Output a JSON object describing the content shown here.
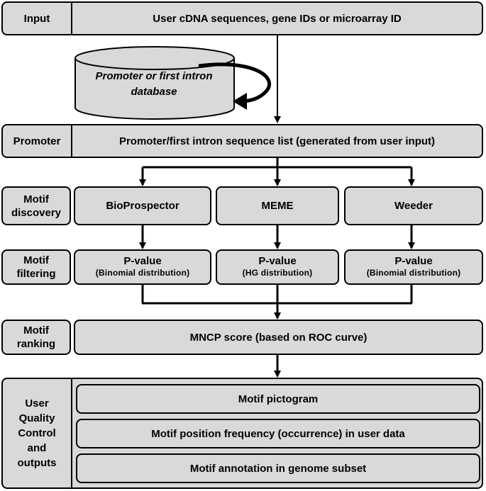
{
  "input": {
    "label": "Input",
    "text": "User cDNA sequences, gene IDs or microarray ID"
  },
  "database": {
    "text": "Promoter or first intron database"
  },
  "promoter": {
    "label": "Promoter",
    "text": "Promoter/first intron sequence list (generated from user input)"
  },
  "motif_discovery": {
    "label": "Motif discovery",
    "tools": [
      "BioProspector",
      "MEME",
      "Weeder"
    ]
  },
  "motif_filtering": {
    "label": "Motif filtering",
    "items": [
      {
        "main": "P-value",
        "sub": "(Binomial  distribution)"
      },
      {
        "main": "P-value",
        "sub": "(HG  distribution)"
      },
      {
        "main": "P-value",
        "sub": "(Binomial  distribution)"
      }
    ]
  },
  "motif_ranking": {
    "label": "Motif ranking",
    "text": "MNCP score (based on ROC curve)"
  },
  "outputs": {
    "label": "User Quality Control and outputs",
    "items": [
      "Motif pictogram",
      "Motif position frequency (occurrence) in user data",
      "Motif annotation in genome subset"
    ]
  }
}
